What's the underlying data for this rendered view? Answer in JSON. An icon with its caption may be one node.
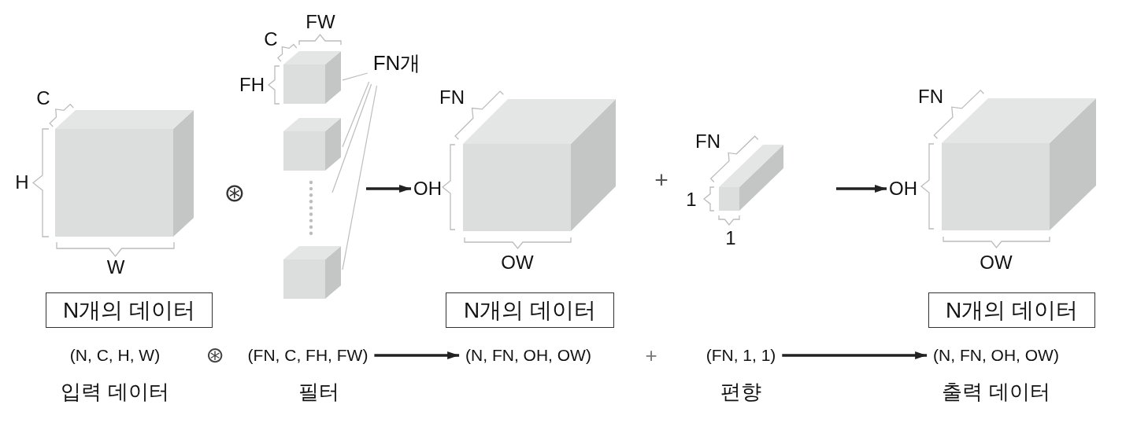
{
  "diagram": {
    "nodes": [
      {
        "text": [],
        "shape": "box"
      },
      {
        "text": [],
        "shape": "box"
      },
      {
        "text": [
          "FN개"
        ]
      },
      {
        "text": [],
        "shape": "box"
      },
      {
        "text": [],
        "shape": "box"
      },
      {
        "text": [
          "OH"
        ]
      },
      {
        "text": [],
        "shape": "box"
      },
      {
        "text": [],
        "shape": "box"
      },
      {
        "text": [
          "OH"
        ]
      },
      {
        "text": [],
        "shape": "box"
      },
      {
        "text": [
          "N개의 데이터"
        ]
      },
      {
        "text": [
          "N개의 데이터"
        ]
      },
      {
        "text": [
          "N개의 데이터"
        ]
      },
      {
        "text": [
          "(N, C, H, W)"
        ]
      },
      {
        "text": [
          "(FN, C, FH, FW)"
        ]
      },
      {
        "text": [
          "(N, FN, OH, OW)"
        ]
      },
      {
        "text": [
          "(FN, 1, 1)"
        ]
      },
      {
        "text": [
          "(N, FN, OH, OW)"
        ]
      }
    ],
    "edges": [
      {
        "from": 2,
        "to": 1,
        "arrow": "none"
      },
      {
        "from": 2,
        "to": 3,
        "arrow": "none"
      },
      {
        "from": 2,
        "to": null,
        "arrow": "none"
      },
      {
        "from": 2,
        "to": 4,
        "arrow": "none"
      },
      {
        "from": null,
        "to": 5,
        "arrow": "to",
        "style": "thick",
        "color": "#222222"
      },
      {
        "from": null,
        "to": 8,
        "arrow": "to",
        "style": "thick",
        "color": "#222222"
      },
      {
        "from": 14,
        "to": 15,
        "arrow": "to",
        "style": "thick",
        "color": "#222222"
      },
      {
        "from": 16,
        "to": 17,
        "arrow": "to",
        "style": "thick",
        "color": "#222222"
      }
    ],
    "labels": [
      "C",
      "H",
      "W",
      "⊛",
      "FW",
      "C",
      "FH",
      "FN",
      "OW",
      "+",
      "FN",
      "1",
      "1",
      "FN",
      "OW",
      "⊛",
      "+",
      "입력 데이터",
      "필터",
      "편향",
      "출력 데이터"
    ]
  }
}
